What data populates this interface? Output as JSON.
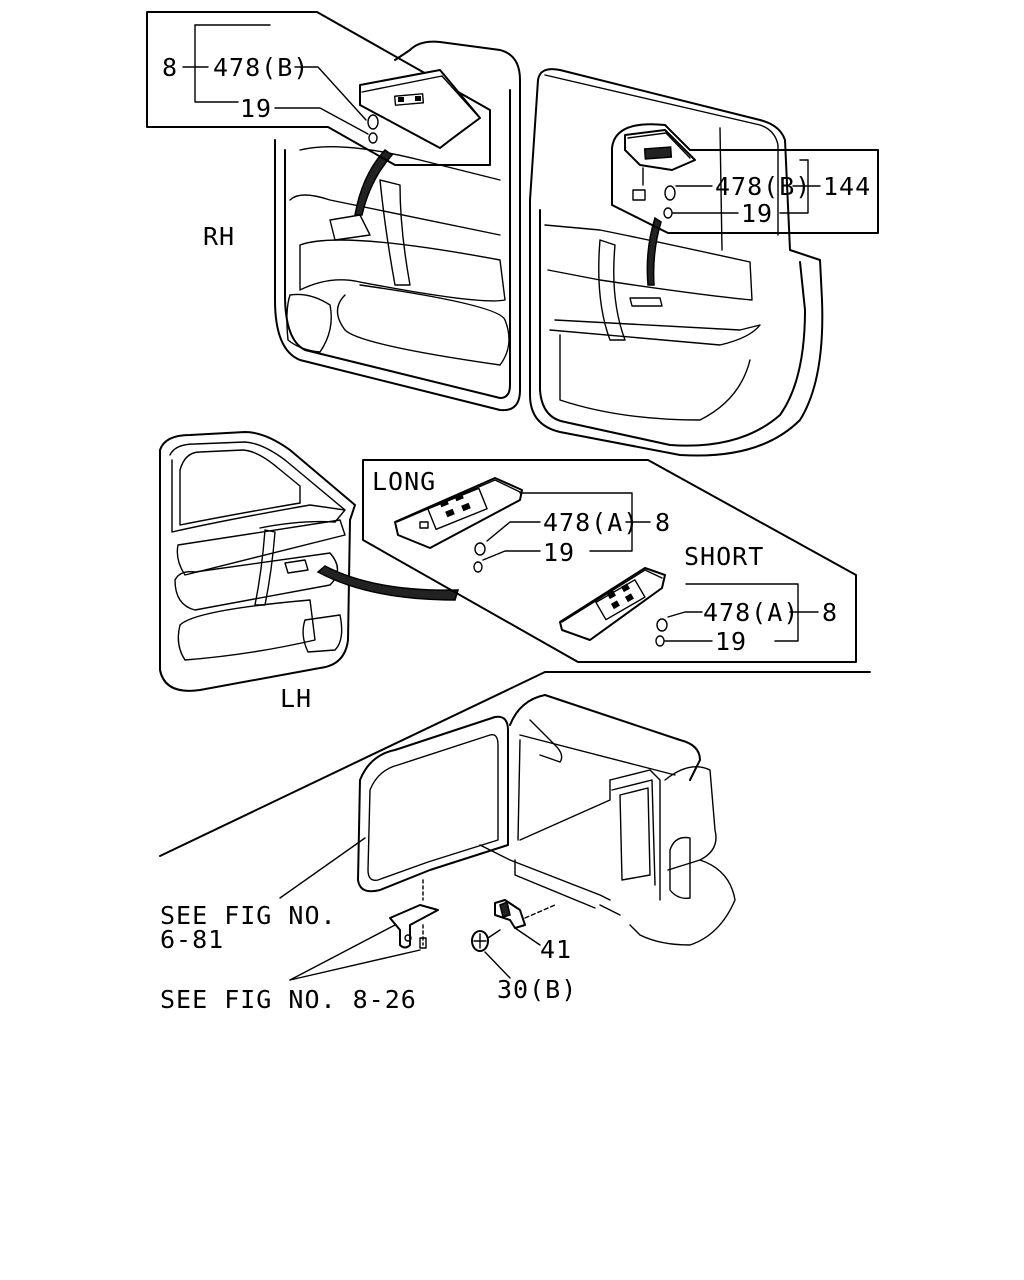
{
  "labels": {
    "rh": "RH",
    "lh": "LH",
    "long": "LONG",
    "short": "SHORT",
    "see_fig_1_line1": "SEE FIG NO.",
    "see_fig_1_line2": "6-81",
    "see_fig_2": "SEE FIG NO. 8-26"
  },
  "callouts": {
    "rh_rear": {
      "part_8": "8",
      "part_478": "478(B)",
      "part_19": "19"
    },
    "rh_front": {
      "part_478": "478(B)",
      "part_19": "19",
      "part_144": "144"
    },
    "lh_long": {
      "part_478": "478(A)",
      "part_19": "19",
      "part_8": "8"
    },
    "lh_short": {
      "part_478": "478(A)",
      "part_19": "19",
      "part_8": "8"
    },
    "cargo": {
      "part_41": "41",
      "part_30": "30(B)"
    }
  }
}
